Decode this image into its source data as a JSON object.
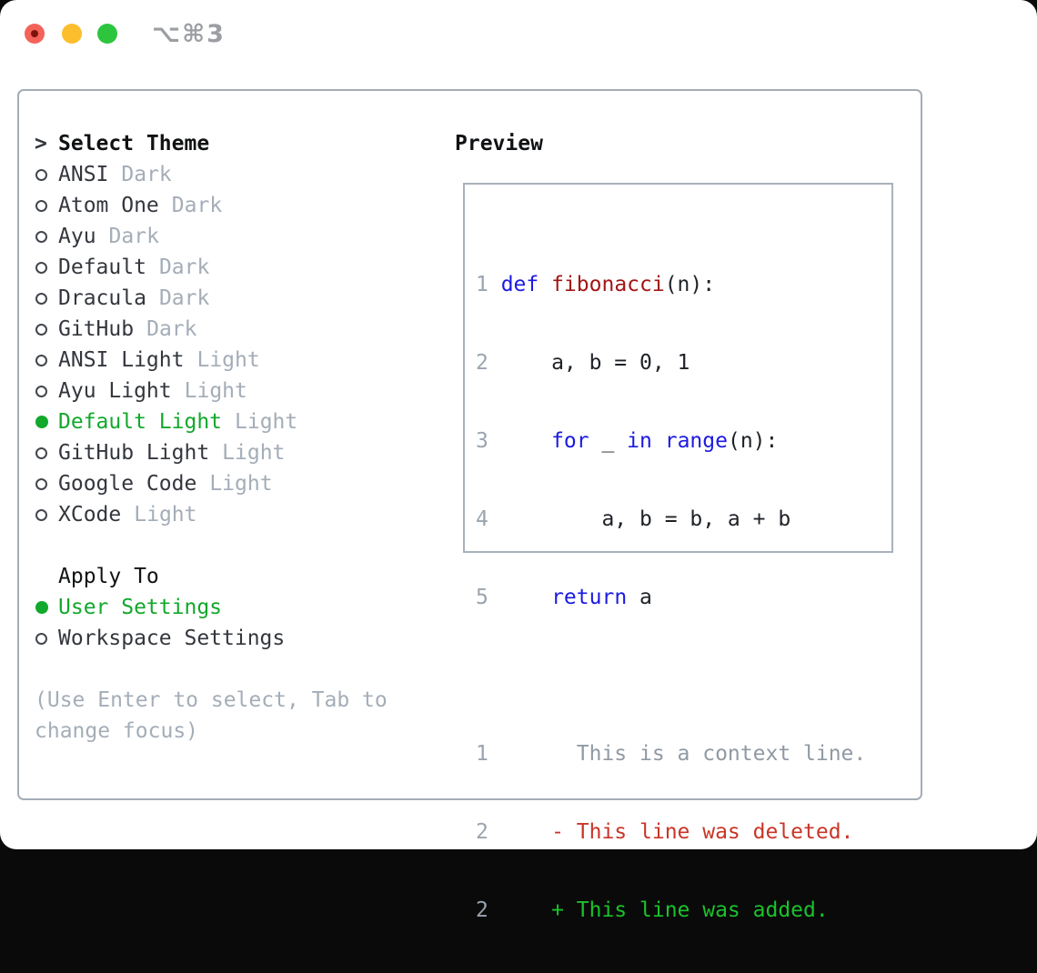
{
  "window": {
    "title": "⌥⌘3"
  },
  "colors": {
    "traffic_red": "#f4635a",
    "traffic_red_dot": "#7e120d",
    "traffic_yellow": "#fcbe2d",
    "traffic_green": "#2dc53e",
    "title_gray": "#9b9ea3",
    "panel_border": "#a4adb6",
    "box_border": "#a9b1bb",
    "ring_gray": "#42464d",
    "sel_green": "#12a82b",
    "text_dark": "#33373d",
    "muted_gray": "#a4adb8",
    "num_gray": "#9aa4b0",
    "kw_blue": "#1b1ae1",
    "fn_maroon": "#a31515",
    "code_dark": "#1e2227",
    "ctx_gray": "#909aa4",
    "del_red": "#c93528",
    "add_green": "#1ac22b"
  },
  "theme_list": {
    "cursor": ">",
    "header": "Select Theme",
    "items": [
      {
        "name": "ANSI",
        "variant": "Dark",
        "selected": false
      },
      {
        "name": "Atom One",
        "variant": "Dark",
        "selected": false
      },
      {
        "name": "Ayu",
        "variant": "Dark",
        "selected": false
      },
      {
        "name": "Default",
        "variant": "Dark",
        "selected": false
      },
      {
        "name": "Dracula",
        "variant": "Dark",
        "selected": false
      },
      {
        "name": "GitHub",
        "variant": "Dark",
        "selected": false
      },
      {
        "name": "ANSI Light",
        "variant": "Light",
        "selected": false
      },
      {
        "name": "Ayu Light",
        "variant": "Light",
        "selected": false
      },
      {
        "name": "Default Light",
        "variant": "Light",
        "selected": true
      },
      {
        "name": "GitHub Light",
        "variant": "Light",
        "selected": false
      },
      {
        "name": "Google Code",
        "variant": "Light",
        "selected": false
      },
      {
        "name": "XCode",
        "variant": "Light",
        "selected": false
      }
    ]
  },
  "apply_to": {
    "header": "Apply To",
    "options": [
      {
        "label": "User Settings",
        "selected": true
      },
      {
        "label": "Workspace Settings",
        "selected": false
      }
    ]
  },
  "hint": {
    "line1": "(Use Enter to select, Tab to",
    "line2": "change focus)"
  },
  "preview": {
    "title": "Preview",
    "code_lines": [
      {
        "num": "1",
        "tokens": [
          {
            "text": "def ",
            "type": "keyword"
          },
          {
            "text": "fibonacci",
            "type": "function"
          },
          {
            "text": "(n):",
            "type": "plain"
          }
        ]
      },
      {
        "num": "2",
        "tokens": [
          {
            "text": "    a, b = 0, 1",
            "type": "plain"
          }
        ]
      },
      {
        "num": "3",
        "tokens": [
          {
            "text": "    ",
            "type": "plain"
          },
          {
            "text": "for",
            "type": "keyword"
          },
          {
            "text": " _ ",
            "type": "plain"
          },
          {
            "text": "in",
            "type": "keyword"
          },
          {
            "text": " ",
            "type": "plain"
          },
          {
            "text": "range",
            "type": "keyword"
          },
          {
            "text": "(n):",
            "type": "plain"
          }
        ]
      },
      {
        "num": "4",
        "tokens": [
          {
            "text": "        a, b = b, a + b",
            "type": "plain"
          }
        ]
      },
      {
        "num": "5",
        "tokens": [
          {
            "text": "    ",
            "type": "plain"
          },
          {
            "text": "return",
            "type": "keyword"
          },
          {
            "text": " a",
            "type": "plain"
          }
        ]
      },
      {
        "num": "",
        "tokens": []
      },
      {
        "num": "1",
        "tokens": [
          {
            "text": "      This is a context line.",
            "type": "context"
          }
        ]
      },
      {
        "num": "2",
        "tokens": [
          {
            "text": "    - This line was deleted.",
            "type": "deleted"
          }
        ]
      },
      {
        "num": "2",
        "tokens": [
          {
            "text": "    + This line was added.",
            "type": "added"
          }
        ]
      }
    ]
  }
}
